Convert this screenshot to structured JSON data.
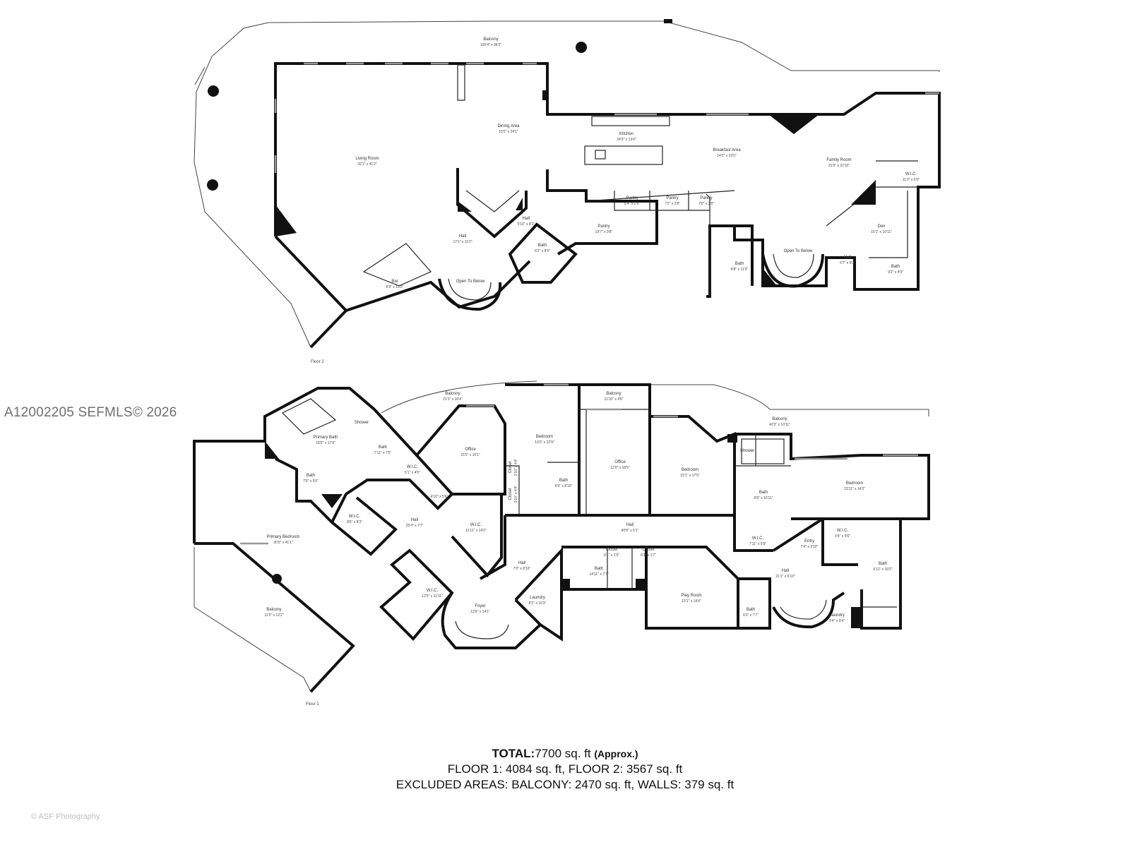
{
  "watermark": "A12002205 SEFMLS© 2026",
  "credit": "© ASF Photography",
  "totals": {
    "total_label": "TOTAL:",
    "total_value": "7700 sq. ft",
    "total_approx": "(Approx.)",
    "floors_line": "FLOOR 1: 4084 sq. ft, FLOOR 2: 3567 sq. ft",
    "excluded_line": "EXCLUDED AREAS: BALCONY: 2470 sq. ft, WALLS: 379 sq. ft"
  },
  "floor2": {
    "label": "Floor 2",
    "rooms": [
      {
        "name": "Balcony",
        "dims": "100'4\" x 38'2\""
      },
      {
        "name": "Dining Area",
        "dims": "15'5\" x 24'1\""
      },
      {
        "name": "Living Room",
        "dims": "32'1\" x 41'2\""
      },
      {
        "name": "Kitchen",
        "dims": "24'3\" x 13'4\""
      },
      {
        "name": "Breakfast Area",
        "dims": "14'2\" x 23'0\""
      },
      {
        "name": "Family Room",
        "dims": "31'9\" x 22'10\""
      },
      {
        "name": "W.I.C.",
        "dims": "11'3\" x 6'0\""
      },
      {
        "name": "Pantry",
        "dims": "6'4\" x 2'8\""
      },
      {
        "name": "Pantry",
        "dims": "7'2\" x 2'8\""
      },
      {
        "name": "Pantry",
        "dims": "7'0\" x 2'8\""
      },
      {
        "name": "Pantry",
        "dims": "19'7\" x 9'8\""
      },
      {
        "name": "Den",
        "dims": "15'1\" x 10'11\""
      },
      {
        "name": "Hall",
        "dims": "5'10\" x 8'1\""
      },
      {
        "name": "Hall",
        "dims": "17'1\" x 11'0\""
      },
      {
        "name": "Bath",
        "dims": "6'2\" x 8'6\""
      },
      {
        "name": "Bath",
        "dims": "8'8\" x 11'9\""
      },
      {
        "name": "Open To Below",
        "dims": ""
      },
      {
        "name": "Hall",
        "dims": "5'7\" x 9'0\""
      },
      {
        "name": "Bath",
        "dims": "9'2\" x 4'9\""
      },
      {
        "name": "Bar",
        "dims": "8'9\" x 13'0\""
      },
      {
        "name": "Open To Below",
        "dims": ""
      }
    ]
  },
  "floor1": {
    "label": "Floor 1",
    "rooms": [
      {
        "name": "Balcony",
        "dims": "21'3\" x 10'4\""
      },
      {
        "name": "Balcony",
        "dims": "11'10\" x 4'6\""
      },
      {
        "name": "Balcony",
        "dims": "42'3\" x 10'11\""
      },
      {
        "name": "Shower",
        "dims": ""
      },
      {
        "name": "Primary Bath",
        "dims": "18'5\" x 17'9\""
      },
      {
        "name": "Bath",
        "dims": "7'11\" x 7'5\""
      },
      {
        "name": "Office",
        "dims": "15'5\" x 15'1\""
      },
      {
        "name": "Bedroom",
        "dims": "13'0\" x 22'9\""
      },
      {
        "name": "Office",
        "dims": "12'0\" x 18'5\""
      },
      {
        "name": "Bedroom",
        "dims": "15'1\" x 17'5\""
      },
      {
        "name": "Shower",
        "dims": ""
      },
      {
        "name": "Bedroom",
        "dims": "23'11\" x 14'3\""
      },
      {
        "name": "Bath",
        "dims": "7'0\" x 5'0\""
      },
      {
        "name": "W.I.C.",
        "dims": "5'1\" x 4'5\""
      },
      {
        "name": "4'10\" x 5'6\"",
        "dims": ""
      },
      {
        "name": "Bath",
        "dims": "5'9\" x 8'10\""
      },
      {
        "name": "Bath",
        "dims": "9'8\" x 16'11\""
      },
      {
        "name": "W.I.C.",
        "dims": "8'6\" x 8'3\""
      },
      {
        "name": "Hall",
        "dims": "25'4\" x 7'7\""
      },
      {
        "name": "W.I.C.",
        "dims": "11'11\" x 14'0\""
      },
      {
        "name": "Hall",
        "dims": "40'8\" x 5'1\""
      },
      {
        "name": "W.I.C.",
        "dims": "7'11\" x 6'9\""
      },
      {
        "name": "Entry",
        "dims": "7'4\" x 3'10\""
      },
      {
        "name": "W.I.C.",
        "dims": "6'4\" x 9'6\""
      },
      {
        "name": "Primary Bedroom",
        "dims": "20'0\" x 41'1\""
      },
      {
        "name": "Closet",
        "dims": "6'1\" x 1'9\""
      },
      {
        "name": "Closet",
        "dims": "6'3\" x 1'7\""
      },
      {
        "name": "Hall",
        "dims": "7'0\" x 8'10\""
      },
      {
        "name": "Bath",
        "dims": "14'11\" x 7'7\""
      },
      {
        "name": "Hall",
        "dims": "21'1\" x 6'10\""
      },
      {
        "name": "Bath",
        "dims": "6'11\" x 19'2\""
      },
      {
        "name": "W.I.C.",
        "dims": "12'5\" x 11'11\""
      },
      {
        "name": "Laundry",
        "dims": "8'2\" x 16'3\""
      },
      {
        "name": "Play Room",
        "dims": "15'1\" x 14'4\""
      },
      {
        "name": "Foyer",
        "dims": "13'9\" x 14'1\""
      },
      {
        "name": "Bath",
        "dims": "6'3\" x 7'7\""
      },
      {
        "name": "Laundry",
        "dims": "5'4\" x 9'4\""
      },
      {
        "name": "Balcony",
        "dims": "11'5\" x 12'2\""
      },
      {
        "name": "Closet",
        "dims": "2'10\" x 4'4\""
      },
      {
        "name": "Closet",
        "dims": "2'10\" x 4'4\""
      }
    ]
  }
}
